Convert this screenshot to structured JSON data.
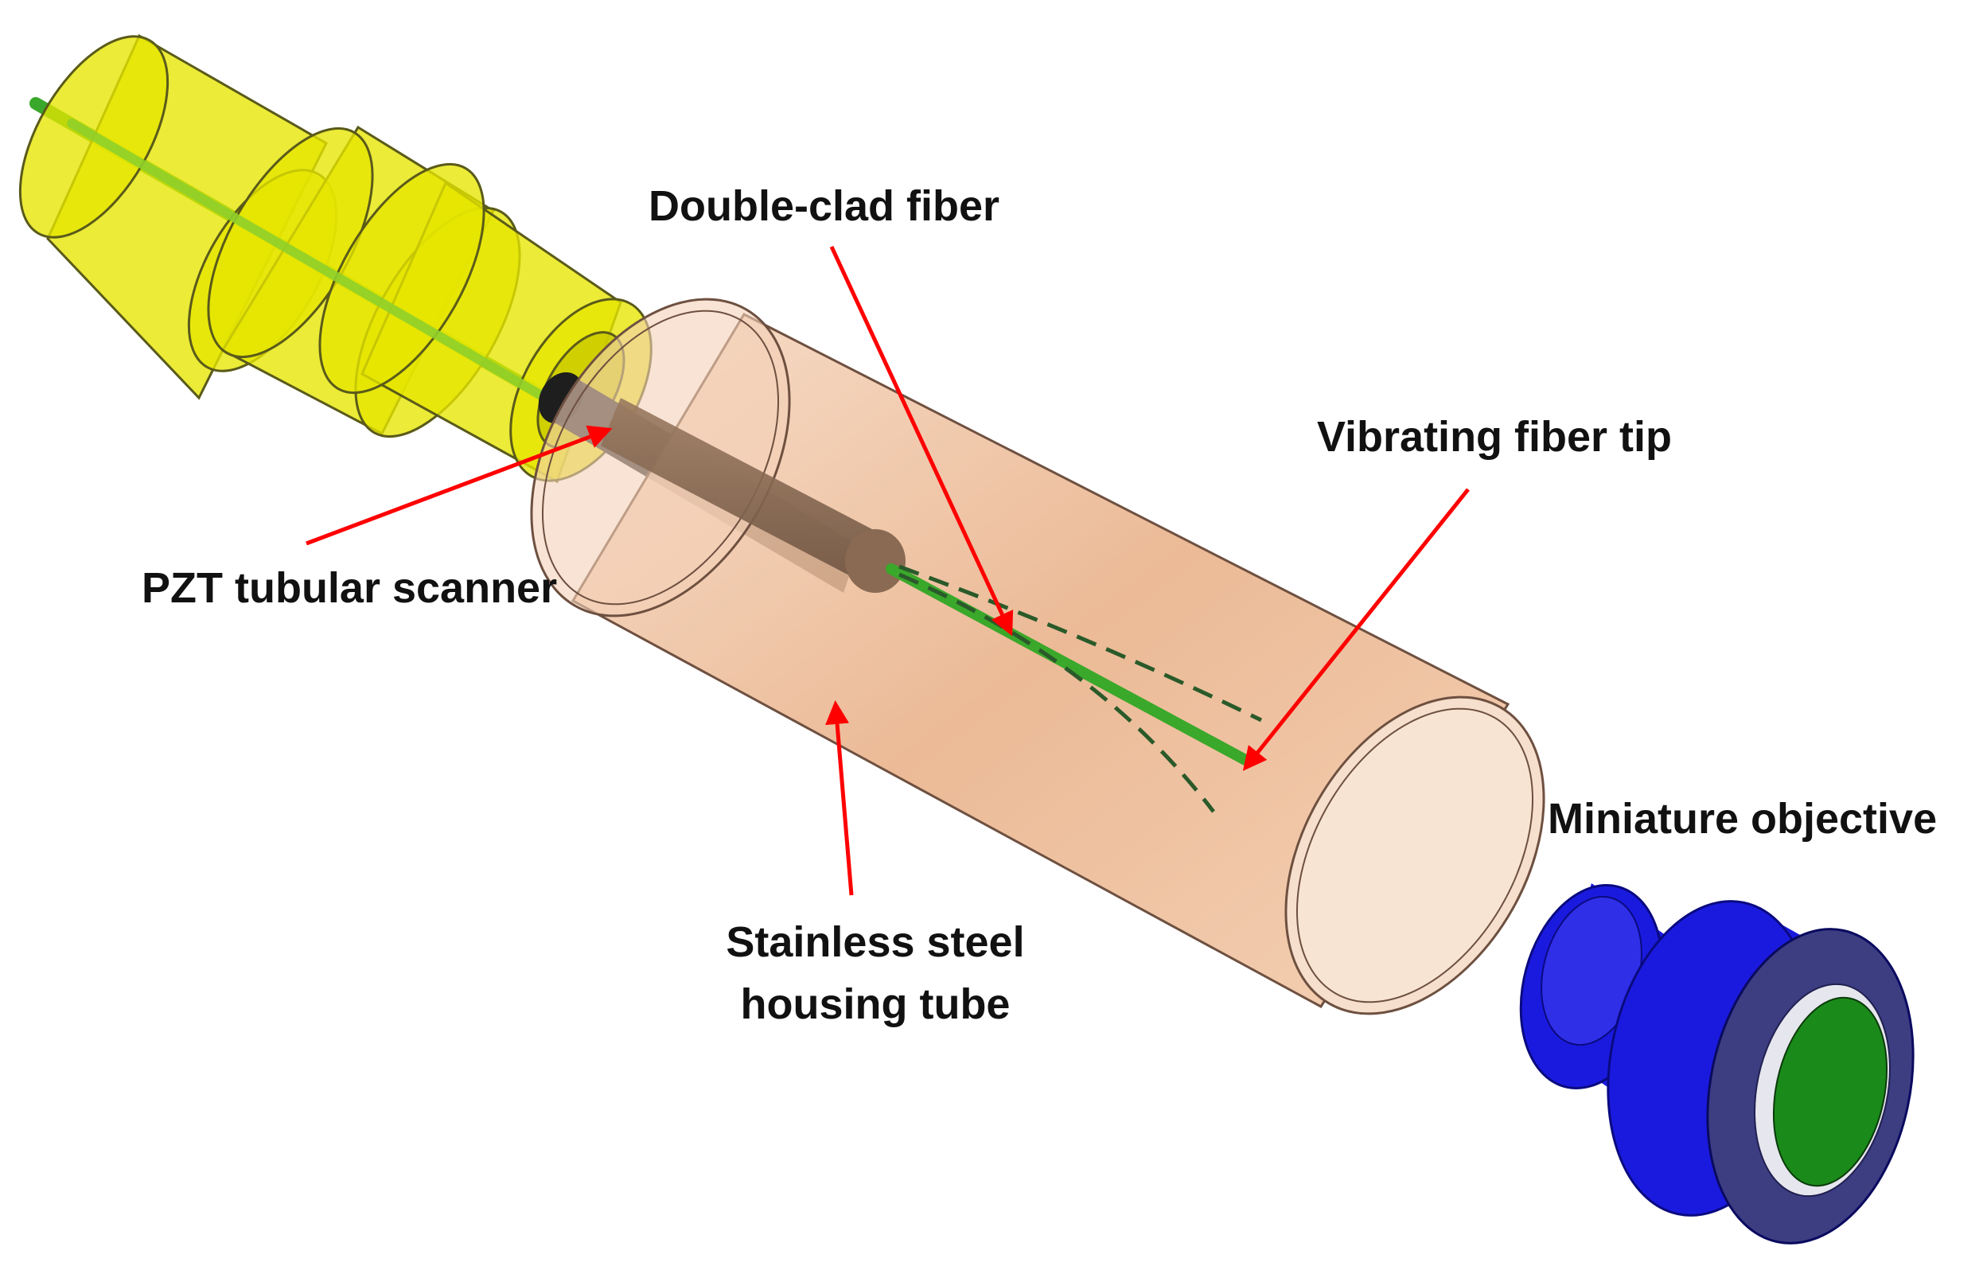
{
  "labels": {
    "double_clad_fiber": "Double-clad fiber",
    "vibrating_fiber_tip": "Vibrating fiber tip",
    "pzt_tubular_scanner": "PZT tubular scanner",
    "miniature_objective": "Miniature objective",
    "stainless_steel_line1": "Stainless steel",
    "stainless_steel_line2": "housing tube"
  },
  "colors": {
    "holder_fill": "#e6e600",
    "holder_stroke": "#5a5a1a",
    "fiber": "#3aa82a",
    "pzt": "#2e2e2e",
    "housing_fill": "#e9b48c",
    "housing_stroke": "#6e5040",
    "probe": "#8a6a52",
    "objective": "#1a1adf",
    "objective_face": "#3d3d82",
    "lens": "#1a8a1a",
    "arrow": "#ff0000"
  }
}
